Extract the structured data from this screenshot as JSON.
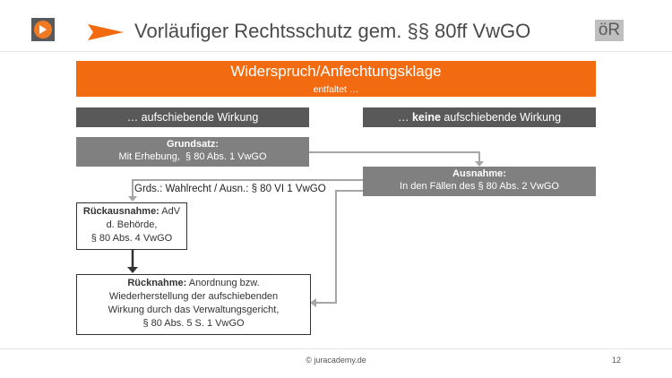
{
  "header": {
    "title": "Vorläufiger Rechtsschutz gem. §§ 80ff VwGO",
    "badge": "öR"
  },
  "diagram": {
    "top": {
      "title": "Widerspruch/Anfechtungsklage",
      "subtitle": "entfaltet …"
    },
    "left_bar": "… aufschiebende Wirkung",
    "right_bar": {
      "prefix": "… ",
      "bold": "keine",
      "suffix": " aufschiebende Wirkung"
    },
    "grundsatz": {
      "title": "Grundsatz:",
      "text": "Mit Erhebung,  § 80 Abs. 1 VwGO"
    },
    "ausnahme": {
      "title": "Ausnahme:",
      "text": "In den Fällen des § 80 Abs. 2 VwGO"
    },
    "wahlrecht": "Grds.: Wahlrecht / Ausn.: § 80 VI 1 VwGO",
    "rueckausnahme": {
      "title": "Rückausnahme:",
      "line1": " AdV",
      "line2": "d. Behörde,",
      "line3": "§ 80 Abs. 4 VwGO"
    },
    "ruecknahme": {
      "title": "Rücknahme:",
      "line1": " Anordnung bzw.",
      "line2": "Wiederherstellung der aufschiebenden",
      "line3": "Wirkung durch das Verwaltungsgericht,",
      "line4": "§ 80 Abs. 5 S. 1 VwGO"
    }
  },
  "footer": {
    "copyright": "© juracademy.de",
    "page": "12"
  },
  "colors": {
    "accent": "#f26b10",
    "dark": "#595959",
    "grey": "#808080",
    "connector": "#a6a6a6"
  }
}
